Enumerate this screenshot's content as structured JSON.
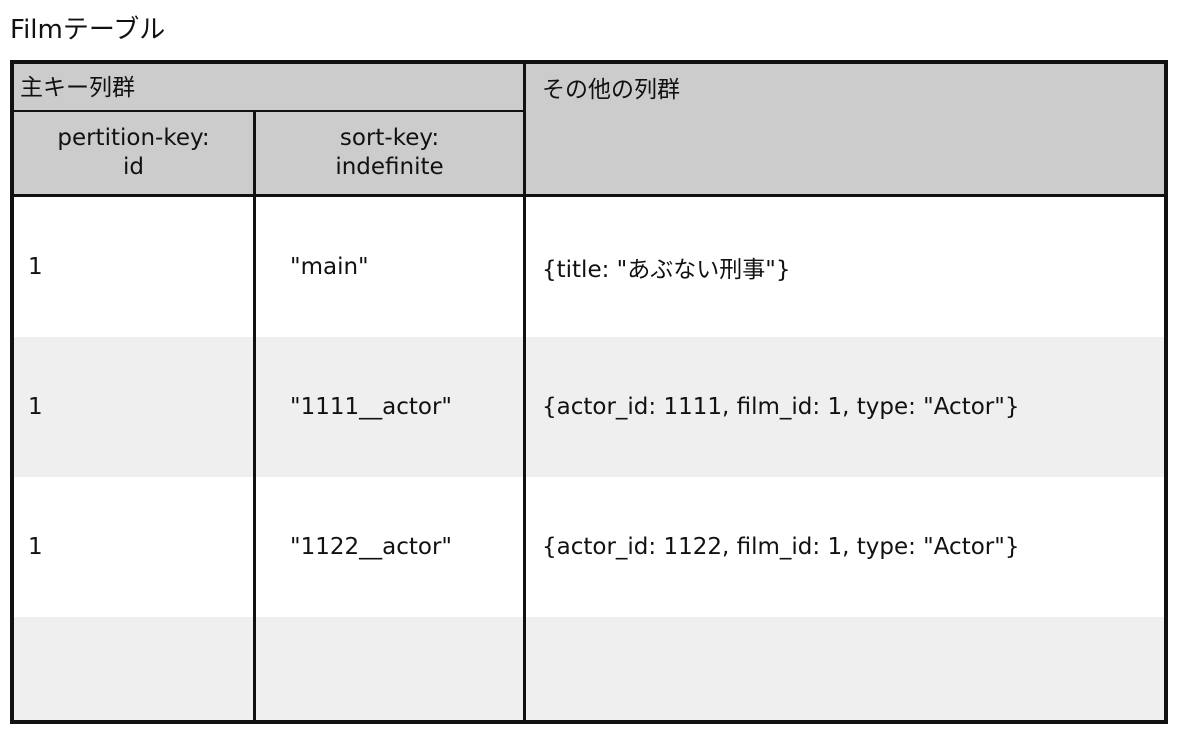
{
  "title": "Filmテーブル",
  "header": {
    "primary_key_group": "主キー列群",
    "other_columns_group": "その他の列群",
    "partition_key": {
      "line1": "pertition-key:",
      "line2": "id"
    },
    "sort_key": {
      "line1": "sort-key:",
      "line2": "indefinite"
    }
  },
  "rows": [
    {
      "id": "1",
      "sort_key": "\"main\"",
      "attributes": "{title: \"あぶない刑事\"}"
    },
    {
      "id": "1",
      "sort_key": "\"1111__actor\"",
      "attributes": "{actor_id: 1111, film_id: 1, type: \"Actor\"}"
    },
    {
      "id": "1",
      "sort_key": "\"1122__actor\"",
      "attributes": "{actor_id: 1122, film_id: 1, type: \"Actor\"}"
    },
    {
      "id": "",
      "sort_key": "",
      "attributes": ""
    }
  ],
  "colors": {
    "header_bg": "#cccccc",
    "stripe_bg": "#efefef",
    "border": "#111111"
  }
}
